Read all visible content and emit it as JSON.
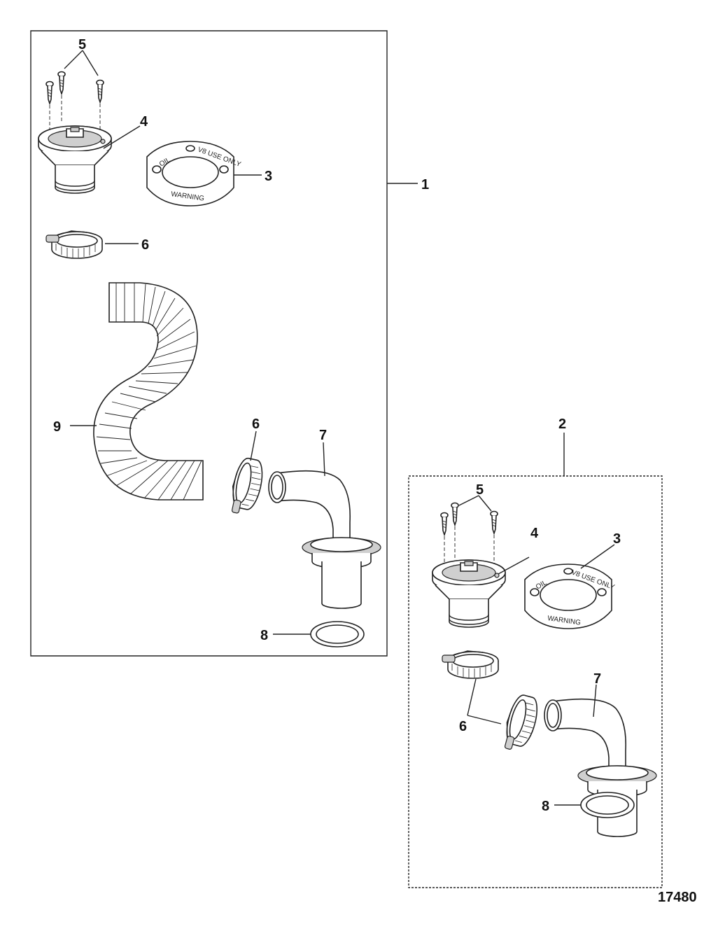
{
  "figure_id": "17480",
  "assemblies": {
    "kit_1": {
      "number": "1"
    },
    "kit_2": {
      "number": "2"
    }
  },
  "callouts": {
    "kit_1": {
      "screws": "5",
      "fill_cap": "4",
      "decal": "3",
      "clamp_top": "6",
      "hose": "9",
      "clamp_bottom": "6",
      "elbow": "7",
      "gasket": "8"
    },
    "kit_2": {
      "screws": "5",
      "fill_cap": "4",
      "decal": "3",
      "clamp": "6",
      "elbow": "7",
      "gasket": "8"
    }
  },
  "decal_text": {
    "oil": "OIL",
    "usage": "V8 USE ONLY",
    "warning": "WARNING"
  }
}
